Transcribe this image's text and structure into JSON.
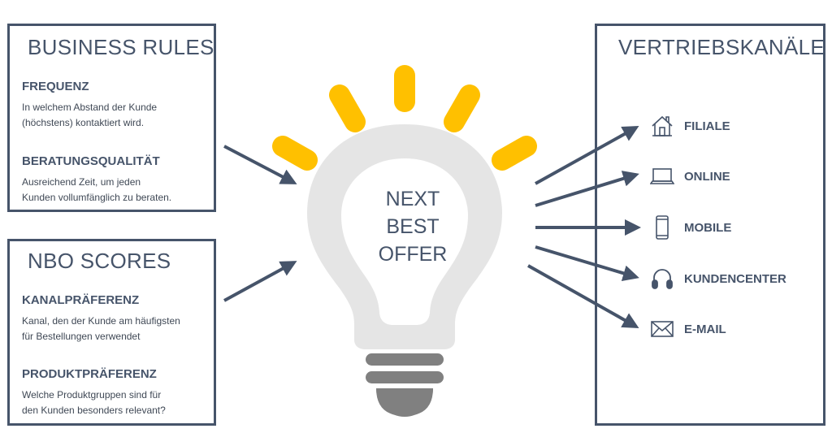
{
  "business_rules": {
    "title": "BUSINESS RULES",
    "sections": [
      {
        "heading": "FREQUENZ",
        "lines": [
          "In welchem Abstand der Kunde",
          "(höchstens) kontaktiert wird."
        ]
      },
      {
        "heading": "BERATUNGSQUALITÄT",
        "lines": [
          "Ausreichend Zeit, um jeden",
          "Kunden vollumfänglich zu beraten."
        ]
      }
    ]
  },
  "nbo_scores": {
    "title": "NBO SCORES",
    "sections": [
      {
        "heading": "KANALPRÄFERENZ",
        "lines": [
          "Kanal, den der Kunde am häufigsten",
          "für Bestellungen verwendet"
        ]
      },
      {
        "heading": "PRODUKTPRÄFERENZ",
        "lines": [
          "Welche Produktgruppen sind für",
          "den Kunden besonders relevant?"
        ]
      }
    ]
  },
  "center": {
    "lines": [
      "NEXT",
      "BEST",
      "OFFER"
    ]
  },
  "vertriebskanaele": {
    "title": "VERTRIEBSKANÄLE",
    "channels": [
      {
        "label": "FILIALE",
        "icon": "house-icon"
      },
      {
        "label": "ONLINE",
        "icon": "laptop-icon"
      },
      {
        "label": "MOBILE",
        "icon": "smartphone-icon"
      },
      {
        "label": "KUNDENCENTER",
        "icon": "headset-icon"
      },
      {
        "label": "E-MAIL",
        "icon": "envelope-icon"
      }
    ]
  },
  "colors": {
    "navy": "#46546a",
    "bulb_glass": "#e5e5e5",
    "bulb_base": "#808080",
    "rays": "#ffc000"
  }
}
